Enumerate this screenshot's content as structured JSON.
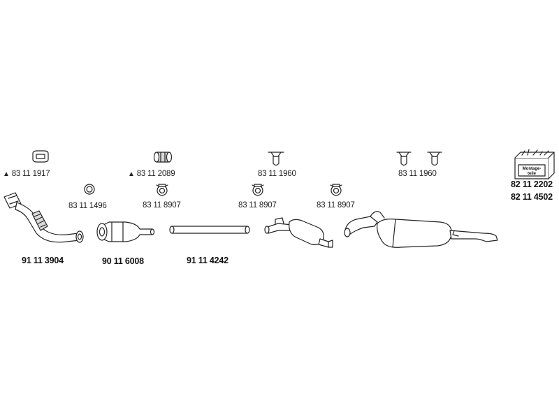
{
  "small_parts": [
    {
      "id": "p1",
      "label": "83 11 1917",
      "warning": true,
      "icon": "gasket-icon"
    },
    {
      "id": "p2",
      "label": "83 11 2089",
      "warning": true,
      "icon": "clamp-sleeve-icon"
    },
    {
      "id": "p3",
      "label": "83 11 1960",
      "warning": false,
      "icon": "rubber-hanger-icon"
    },
    {
      "id": "p4",
      "label": "83 11 1960",
      "warning": false,
      "icon": "double-rubber-hanger-icon"
    },
    {
      "id": "p5",
      "label": "83 11 1496",
      "warning": false,
      "icon": "ring-gasket-icon"
    },
    {
      "id": "p6",
      "label": "83 11 8907",
      "warning": false,
      "icon": "pipe-clamp-icon"
    },
    {
      "id": "p7",
      "label": "83 11 8907",
      "warning": false,
      "icon": "pipe-clamp-icon"
    },
    {
      "id": "p8",
      "label": "83 11 8907",
      "warning": false,
      "icon": "pipe-clamp-icon"
    }
  ],
  "kit": {
    "label_text": "Montage-teile",
    "numbers": [
      "82 11 2202",
      "82 11 4502"
    ]
  },
  "main_parts": [
    {
      "id": "m1",
      "label": "91 11 3904",
      "icon": "front-pipe-icon"
    },
    {
      "id": "m2",
      "label": "90 11 6008",
      "icon": "catalytic-converter-icon"
    },
    {
      "id": "m3",
      "label": "91 11 4242",
      "icon": "intermediate-pipe-icon"
    },
    {
      "id": "m4",
      "label": "",
      "icon": "center-silencer-icon"
    },
    {
      "id": "m5",
      "label": "",
      "icon": "rear-silencer-icon"
    }
  ],
  "warning_symbol": "▲"
}
